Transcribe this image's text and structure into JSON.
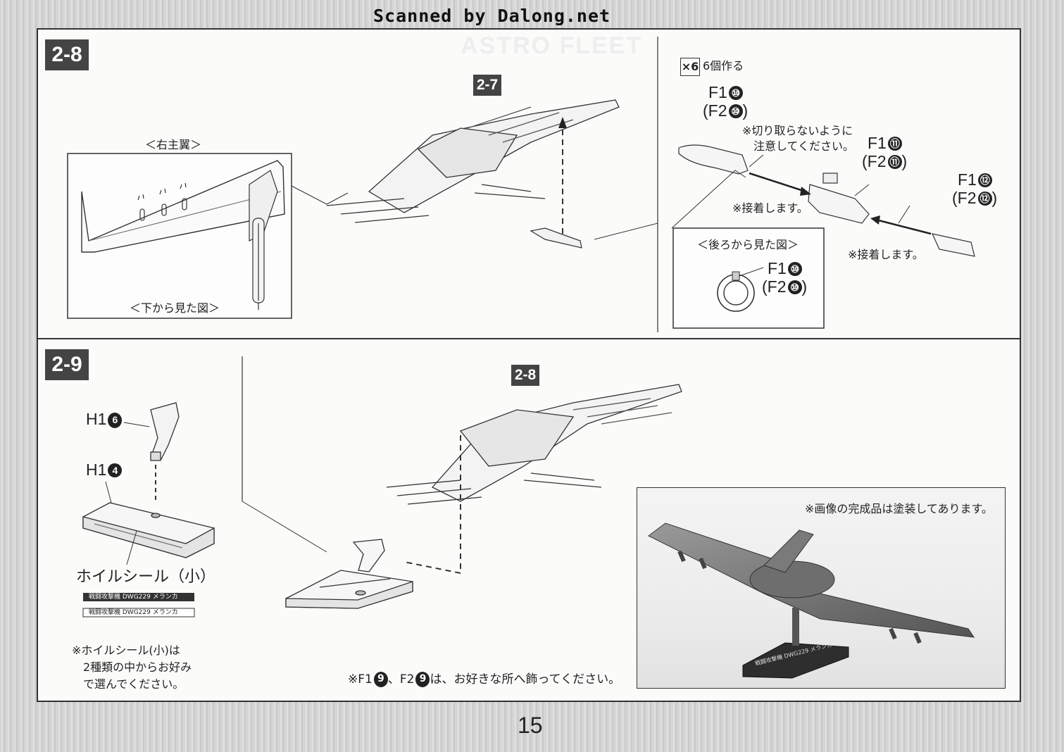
{
  "watermark": "Scanned by Dalong.net",
  "page_number": "15",
  "background_banner": "ASTRO FLEET",
  "step_2_8": {
    "step_label": "2-8",
    "ref_step": "2-7",
    "right_wing_title": "＜右主翼＞",
    "bottom_view_caption": "＜下から見た図＞",
    "make_count_badge": "×6",
    "make_count_text": "6個作る",
    "part_f1_10": "F1",
    "part_f1_10_num": "⑩",
    "part_f2_10": "(F2",
    "part_f2_10_num": "⑩",
    "part_close": ")",
    "note_no_cut_line1": "※切り取らないように",
    "note_no_cut_line2": "注意してください。",
    "part_f1_11": "F1",
    "part_f1_11_num": "⑪",
    "part_f2_11": "(F2",
    "part_f2_11_num": "⑪",
    "part_f1_12": "F1",
    "part_f1_12_num": "⑫",
    "part_f2_12": "(F2",
    "part_f2_12_num": "⑫",
    "glue_note_1": "※接着します。",
    "glue_note_2": "※接着します。",
    "rear_view_title": "＜後ろから見た図＞",
    "rear_part_f1": "F1",
    "rear_part_f1_num": "⑩",
    "rear_part_f2": "(F2",
    "rear_part_f2_num": "⑩"
  },
  "step_2_9": {
    "step_label": "2-9",
    "ref_step": "2-8",
    "part_h1_6": "H1",
    "part_h1_6_num": "6",
    "part_h1_4": "H1",
    "part_h1_4_num": "4",
    "foil_sticker_title": "ホイルシール（小）",
    "sticker_dark_text": "戦闘攻撃機 DWG229 メランカ",
    "sticker_light_text": "戦闘攻撃機 DWG229 メランカ",
    "foil_note_line1": "※ホイルシール(小)は",
    "foil_note_line2": "2種類の中からお好み",
    "foil_note_line3": "で選んでください。",
    "display_note_prefix": "※F1",
    "display_note_num1": "9",
    "display_note_mid": "、F2",
    "display_note_num2": "9",
    "display_note_suffix": "は、お好きな所へ飾ってください。",
    "photo_note": "※画像の完成品は塗装してあります。",
    "photo_stand_label": "戦闘攻撃機 DWG229 メランカ"
  }
}
